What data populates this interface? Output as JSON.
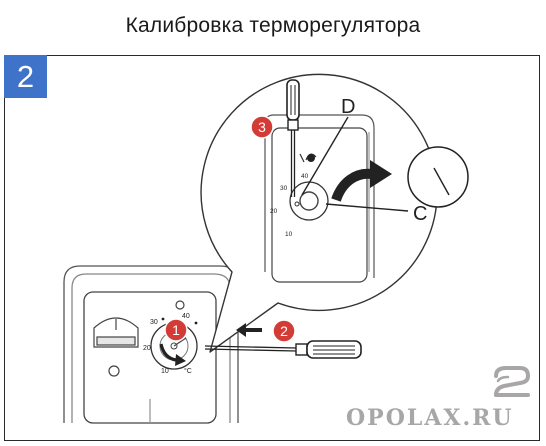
{
  "title": "Калибровка терморегулятора",
  "step_number": "2",
  "labels": {
    "point_d": "D",
    "point_c": "C",
    "badge_1": "1",
    "badge_2": "2",
    "badge_3": "3"
  },
  "dial_scale": {
    "main": [
      "40",
      "30",
      "20",
      "10"
    ],
    "zoom": [
      "40",
      "30",
      "20",
      "10"
    ],
    "unit": "°C"
  },
  "watermark": "OPOLAX.RU",
  "colors": {
    "step_box": "#3f73c9",
    "badge": "#d33b36",
    "line": "#333333",
    "watermark": "#a8a6a6"
  },
  "icons": [
    "screwdriver-icon",
    "rotate-arrow-icon",
    "push-arrow-icon",
    "gauge-icon",
    "watermark-logo-icon"
  ]
}
